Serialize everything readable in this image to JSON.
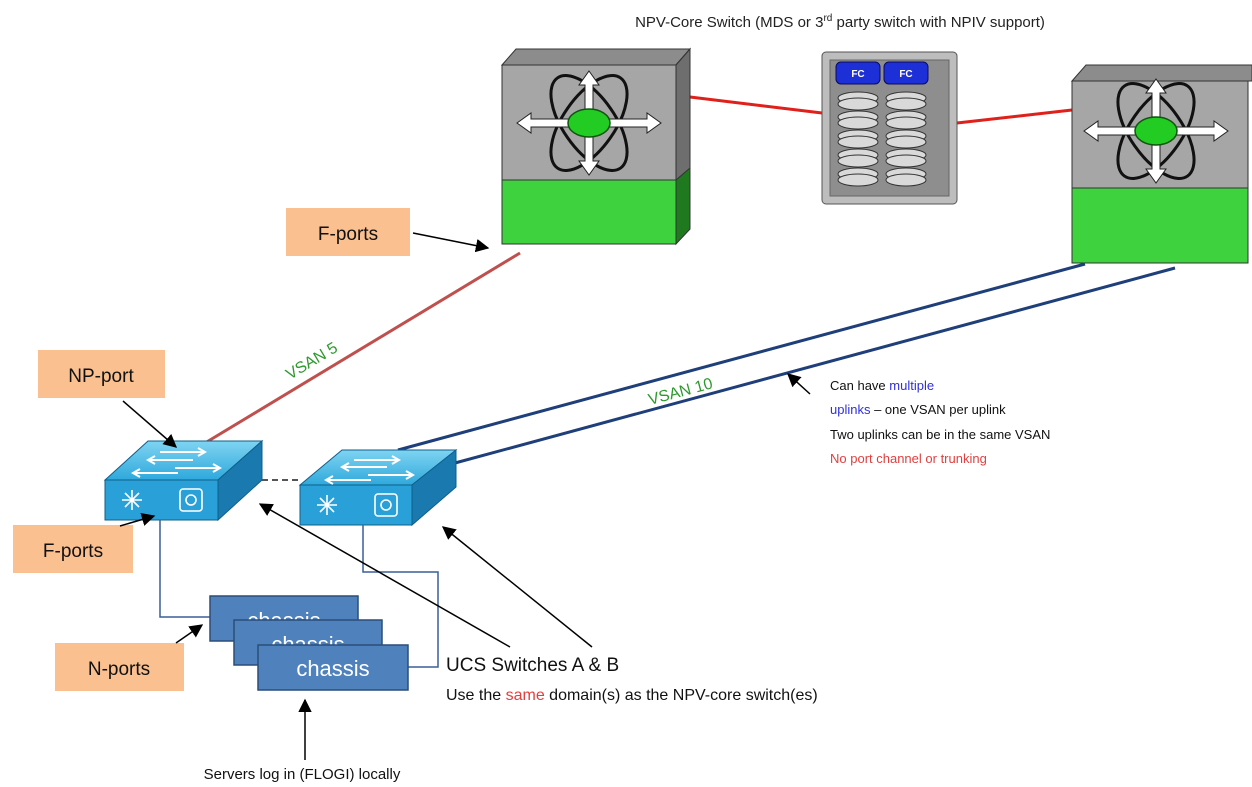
{
  "title": {
    "prefix": "NPV-Core Switch (MDS or 3",
    "superscript": "rd",
    "suffix": " party switch with NPIV support)"
  },
  "storage": {
    "fc_label_1": "FC",
    "fc_label_2": "FC"
  },
  "callouts": {
    "f_ports_top": "F-ports",
    "np_port": "NP-port",
    "f_ports_bottom": "F-ports",
    "n_ports": "N-ports"
  },
  "links": {
    "vsan_5": "VSAN 5",
    "vsan_10": "VSAN 10"
  },
  "chassis": [
    "chassis",
    "chassis",
    "chassis"
  ],
  "uplink_note": {
    "line1_prefix": "Can have ",
    "line1_highlight": "multiple",
    "line2_highlight": "uplinks",
    "line2_suffix": " – one VSAN per uplink",
    "line3": "Two uplinks can be in the same VSAN",
    "line4": "No port channel or trunking"
  },
  "ucs_note": {
    "title": "UCS Switches A & B",
    "prefix": "Use the ",
    "highlight": "same",
    "suffix": " domain(s) as the NPV-core switch(es)"
  },
  "servers_note": "Servers log in (FLOGI) locally",
  "colors": {
    "core_gray": "#a6a6a6",
    "core_green": "#3fd23f",
    "callout_fill": "#fac090",
    "vsan5_line": "#c0504d",
    "vsan10_line": "#1f3f7a",
    "vsan_text": "#2e9a2e",
    "chassis_fill": "#4f81bd",
    "highlight_blue": "#2f2fe0",
    "highlight_red": "#e04040"
  }
}
